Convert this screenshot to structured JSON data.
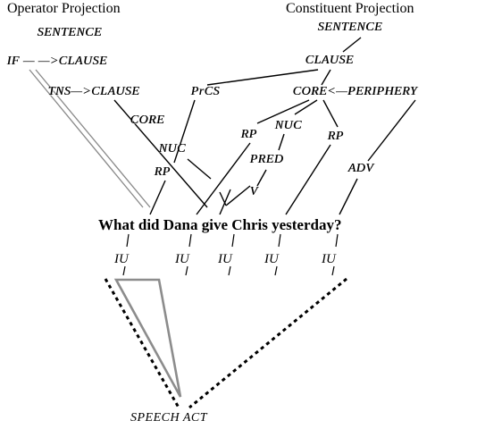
{
  "headings": {
    "operator": "Operator Projection",
    "constituent": "Constituent Projection"
  },
  "operator_nodes": {
    "sentence": "SENTENCE",
    "if_clause": "IF — —>CLAUSE",
    "tns_clause": "TNS—>CLAUSE",
    "core": "CORE",
    "nuc": "NUC"
  },
  "constituent_nodes": {
    "sentence": "SENTENCE",
    "clause": "CLAUSE",
    "prcs": "PrCS",
    "core_periphery": "CORE<—PERIPHERY",
    "rp_op": "RP",
    "rp_left": "RP",
    "nuc": "NUC",
    "rp_right": "RP",
    "pred": "PRED",
    "adv": "ADV",
    "v": "V"
  },
  "sentence": "What did Dana give Chris yesterday?",
  "info_units": [
    "IU",
    "IU",
    "IU",
    "IU",
    "IU"
  ],
  "speech_act": "SPEECH ACT",
  "colors": {
    "line": "#000000",
    "gray_line": "#888888",
    "triangle": "#8c8c8c"
  }
}
